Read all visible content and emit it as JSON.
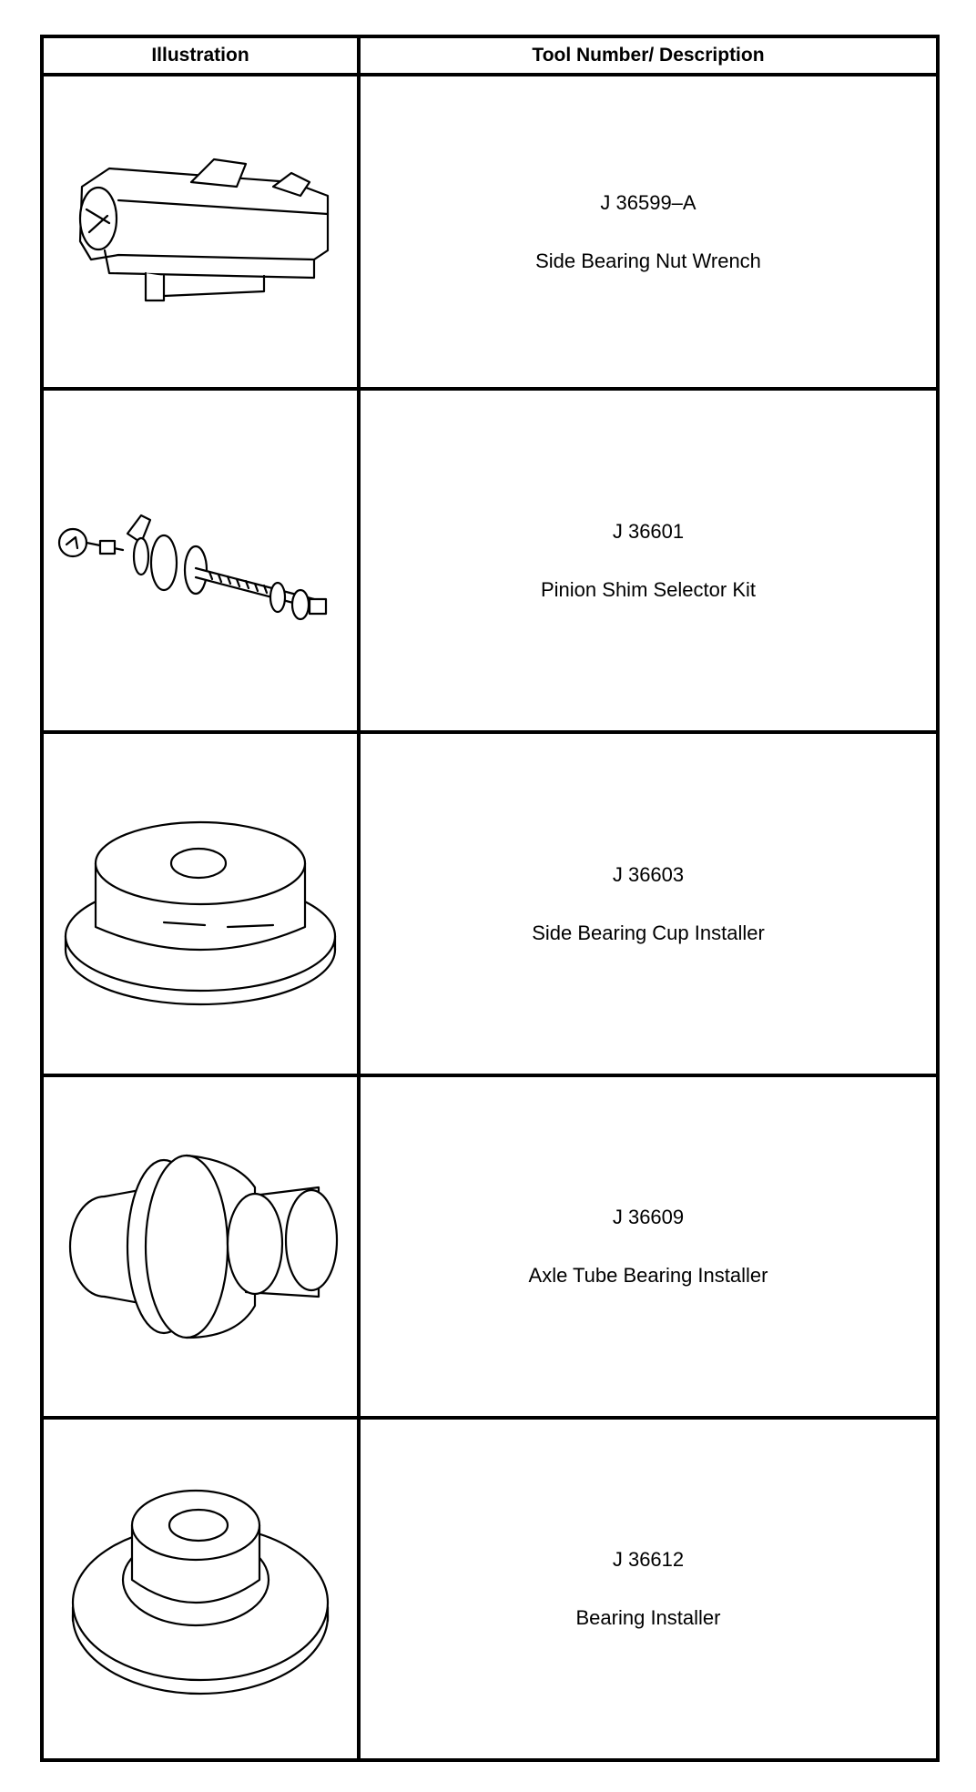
{
  "table": {
    "headers": [
      "Illustration",
      "Tool Number/ Description"
    ],
    "rows": [
      {
        "tool_number": "J 36599–A",
        "description": "Side Bearing Nut Wrench",
        "illustration_icon": "side-bearing-nut-wrench-icon"
      },
      {
        "tool_number": "J 36601",
        "description": "Pinion Shim Selector Kit",
        "illustration_icon": "pinion-shim-selector-kit-icon"
      },
      {
        "tool_number": "J 36603",
        "description": "Side Bearing Cup Installer",
        "illustration_icon": "side-bearing-cup-installer-icon"
      },
      {
        "tool_number": "J 36609",
        "description": "Axle Tube Bearing Installer",
        "illustration_icon": "axle-tube-bearing-installer-icon"
      },
      {
        "tool_number": "J 36612",
        "description": "Bearing Installer",
        "illustration_icon": "bearing-installer-icon"
      }
    ]
  }
}
